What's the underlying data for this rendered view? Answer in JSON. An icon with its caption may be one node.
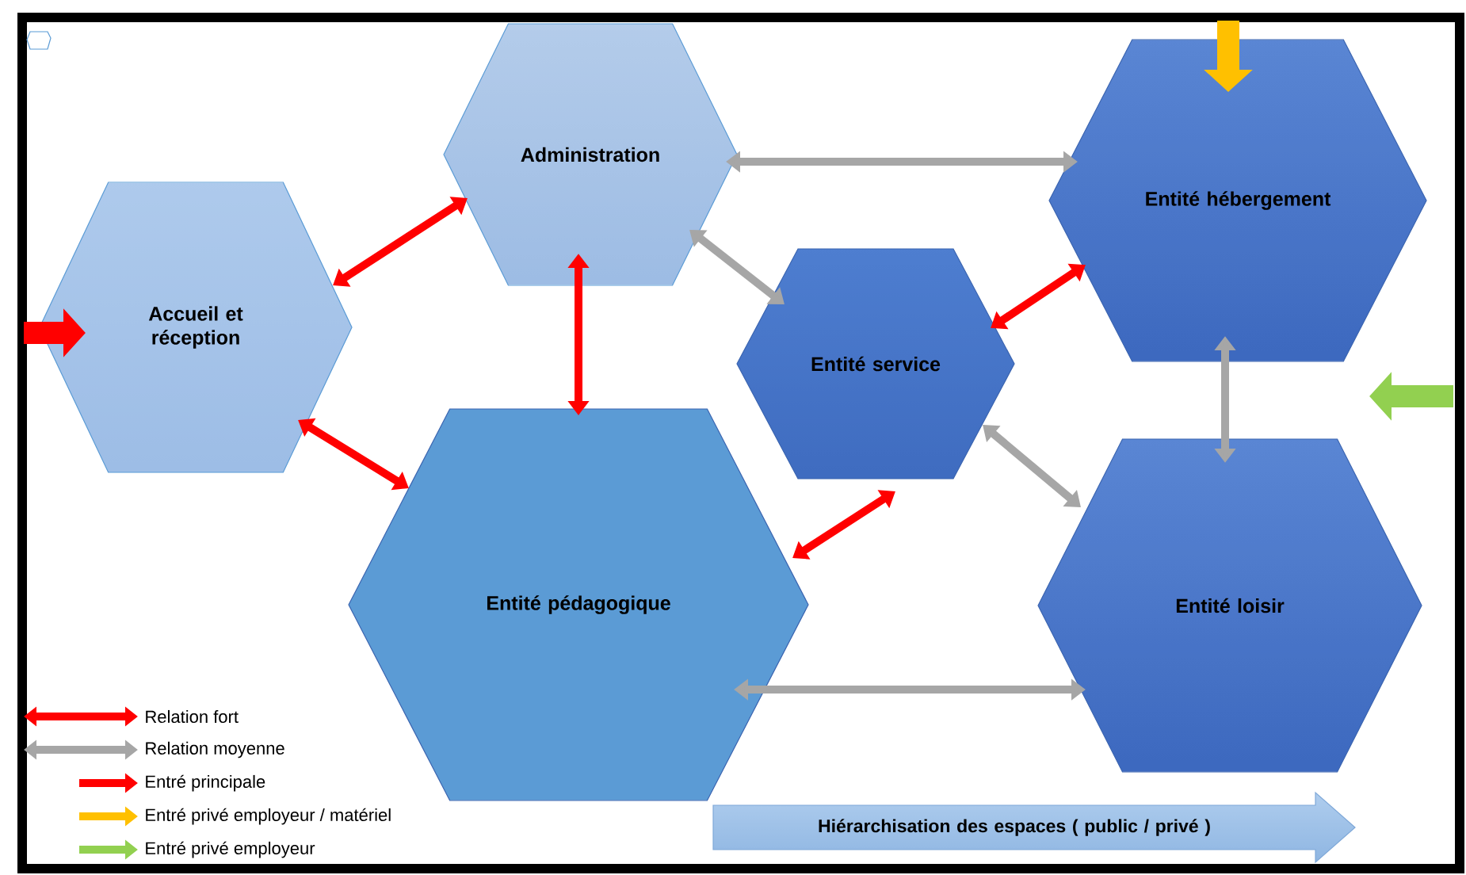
{
  "diagram": {
    "nodes": [
      {
        "text": [
          "Administration"
        ]
      },
      {
        "text": [
          "Accueil et réception"
        ]
      },
      {
        "text": [
          "Entité service"
        ]
      },
      {
        "text": [
          "Entité hébergement"
        ]
      },
      {
        "text": [
          "Entité pédagogique"
        ]
      },
      {
        "text": [
          "Entité loisir"
        ]
      },
      {
        "text": [
          "Hiérarchisation des espaces ( public / privé )"
        ]
      }
    ],
    "edges": [
      {
        "from": 1,
        "to": 0,
        "arrow": "both"
      },
      {
        "from": 0,
        "to": 4,
        "arrow": "both"
      },
      {
        "from": 1,
        "to": 4,
        "arrow": "both"
      },
      {
        "from": 4,
        "to": 2,
        "arrow": "both"
      },
      {
        "from": 2,
        "to": 3,
        "arrow": "both"
      },
      {
        "from": 0,
        "to": 3,
        "arrow": "both",
        "color": "#a6a6a6"
      },
      {
        "from": 0,
        "to": 2,
        "arrow": "both",
        "color": "#a6a6a6"
      },
      {
        "from": 3,
        "to": 5,
        "arrow": "both",
        "color": "#a6a6a6"
      },
      {
        "from": 2,
        "to": 5,
        "arrow": "both",
        "color": "#a6a6a6"
      },
      {
        "from": 4,
        "to": 5,
        "arrow": "both",
        "color": "#a6a6a6"
      },
      {
        "from": null,
        "to": 1,
        "arrow": "to",
        "style": "thick"
      },
      {
        "from": null,
        "to": 3,
        "arrow": "to",
        "style": "thick",
        "color": "#ffc000"
      }
    ],
    "legend": [
      {
        "text": "Relation fort"
      },
      {
        "text": "Relation moyenne"
      },
      {
        "text": "Entré principale"
      },
      {
        "text": "Entré privé employeur / matériel"
      },
      {
        "text": "Entré privé employeur"
      }
    ]
  }
}
